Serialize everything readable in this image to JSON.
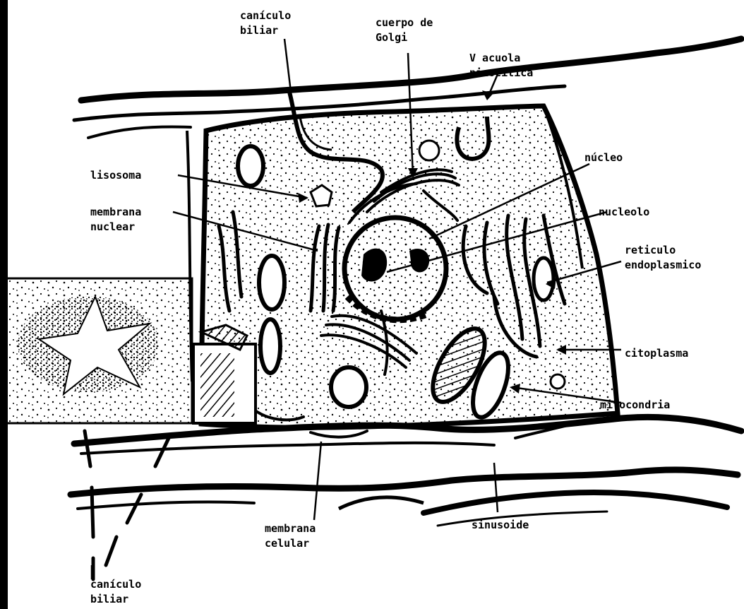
{
  "labels": {
    "canaliculo_top": [
      "canículo",
      "biliar"
    ],
    "golgi": [
      "cuerpo de",
      "Golgi"
    ],
    "vacuola": [
      "V acuola",
      "pinocitica"
    ],
    "lisosoma": [
      "lisosoma"
    ],
    "membrana_nuclear": [
      "membrana",
      "nuclear"
    ],
    "nucleo": [
      "núcleo"
    ],
    "nucleolo": [
      "nucleolo"
    ],
    "reticulo": [
      "reticulo",
      "endoplasmico"
    ],
    "citoplasma": [
      "citoplasma"
    ],
    "mitocondria": [
      "mitocondria"
    ],
    "membrana_celular": [
      "membrana",
      "celular"
    ],
    "sinusoide": [
      "sinusoide"
    ],
    "canaliculo_bottom": [
      "canículo",
      "biliar"
    ]
  },
  "colors": {
    "ink": "#000000",
    "paper": "#ffffff"
  }
}
